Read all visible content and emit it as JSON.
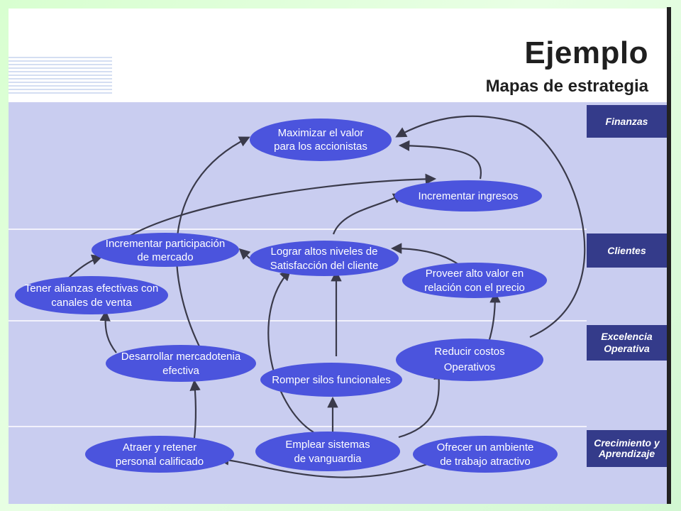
{
  "header": {
    "title": "Ejemplo",
    "subtitle": "Mapas de estrategia"
  },
  "lanes": [
    {
      "label": "Finanzas"
    },
    {
      "label": "Clientes"
    },
    {
      "label": "Excelencia Operativa"
    },
    {
      "label": "Crecimiento y Aprendizaje"
    }
  ],
  "nodes": {
    "maximizar": [
      "Maximizar el valor",
      "para los accionistas"
    ],
    "ingresos": [
      "Incrementar ingresos"
    ],
    "participacion": [
      "Incrementar participación",
      "de mercado"
    ],
    "satisfaccion": [
      "Lograr altos niveles de",
      "Satisfacción del cliente"
    ],
    "valor_precio": [
      "Proveer alto valor en",
      "relación con el precio"
    ],
    "alianzas": [
      "Tener alianzas efectivas con",
      "canales de venta"
    ],
    "mercadotecnia": [
      "Desarrollar mercadotenia",
      "efectiva"
    ],
    "costos": [
      "Reducir costos",
      "Operativos"
    ],
    "silos": [
      "Romper silos funcionales"
    ],
    "personal": [
      "Atraer y retener",
      "personal calificado"
    ],
    "sistemas": [
      "Emplear sistemas",
      "de vanguardia"
    ],
    "ambiente": [
      "Ofrecer un ambiente",
      "de trabajo atractivo"
    ]
  },
  "colors": {
    "band": "#c9cdf0",
    "node": "#4b54dd",
    "lane_label": "#343b8a",
    "arrow": "#3a3a4a"
  }
}
